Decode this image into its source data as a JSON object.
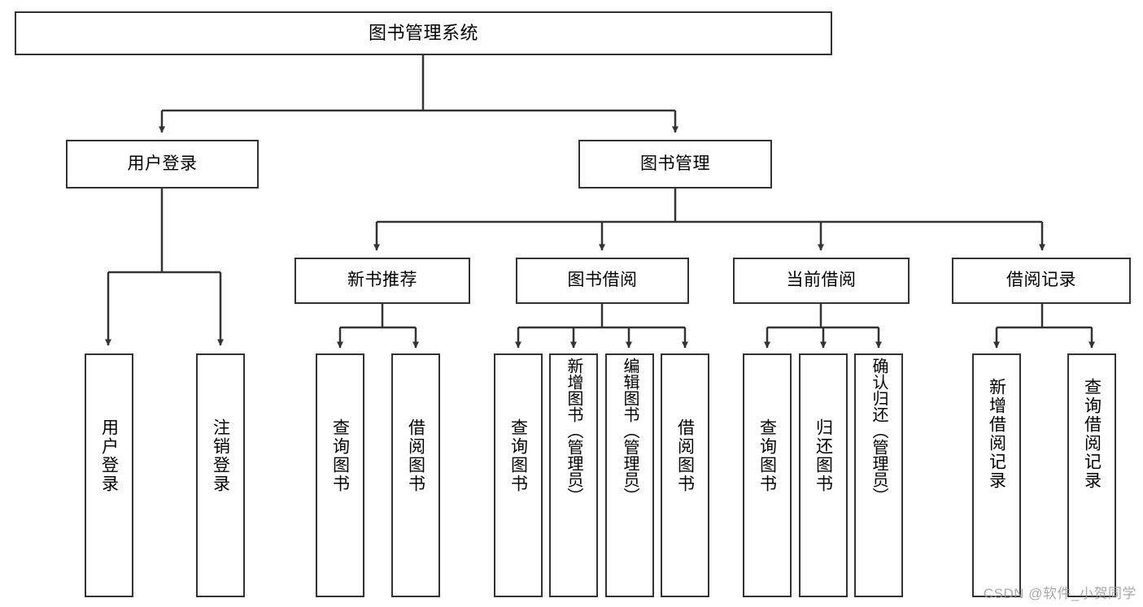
{
  "diagram": {
    "title": "图书管理系统",
    "type": "functional-decomposition-tree",
    "stroke_color": "#333333",
    "background_color": "#ffffff",
    "text_color": "#000000"
  },
  "root": {
    "label": "图书管理系统"
  },
  "level1": [
    {
      "label": "用户登录"
    },
    {
      "label": "图书管理"
    }
  ],
  "level2": [
    {
      "label": "新书推荐"
    },
    {
      "label": "图书借阅"
    },
    {
      "label": "当前借阅"
    },
    {
      "label": "借阅记录"
    }
  ],
  "leaves": {
    "user_login": [
      {
        "label": "用户登录"
      },
      {
        "label": "注销登录"
      }
    ],
    "new_book_recommend": [
      {
        "label": "查询图书"
      },
      {
        "label": "借阅图书"
      }
    ],
    "book_borrow": [
      {
        "label": "查询图书"
      },
      {
        "label": "新增图书（管理员）"
      },
      {
        "label": "编辑图书（管理员）"
      },
      {
        "label": "借阅图书"
      }
    ],
    "current_borrow": [
      {
        "label": "查询图书"
      },
      {
        "label": "归还图书"
      },
      {
        "label": "确认归还（管理员）"
      }
    ],
    "borrow_record": [
      {
        "label": "新增借阅记录"
      },
      {
        "label": "查询借阅记录"
      }
    ]
  },
  "watermark": {
    "text": "CSDN @软件_小贺同学"
  }
}
